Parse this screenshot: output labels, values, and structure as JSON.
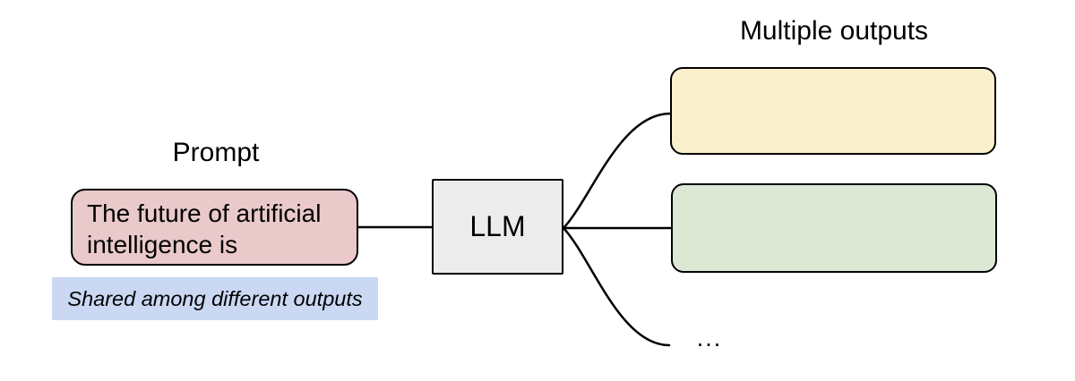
{
  "prompt": {
    "label": "Prompt",
    "box_text": "The future of artificial intelligence is",
    "note": "Shared among different outputs"
  },
  "llm": {
    "label": "LLM"
  },
  "outputs": {
    "label": "Multiple outputs",
    "ellipsis": "..."
  },
  "colors": {
    "background": "#ffffff",
    "stroke": "#000000",
    "prompt_fill": "#eac9ca",
    "note_fill": "#cbd8f4",
    "llm_fill": "#ececec",
    "output_top_fill": "#faf0cc",
    "output_mid_fill": "#dde8d4"
  }
}
